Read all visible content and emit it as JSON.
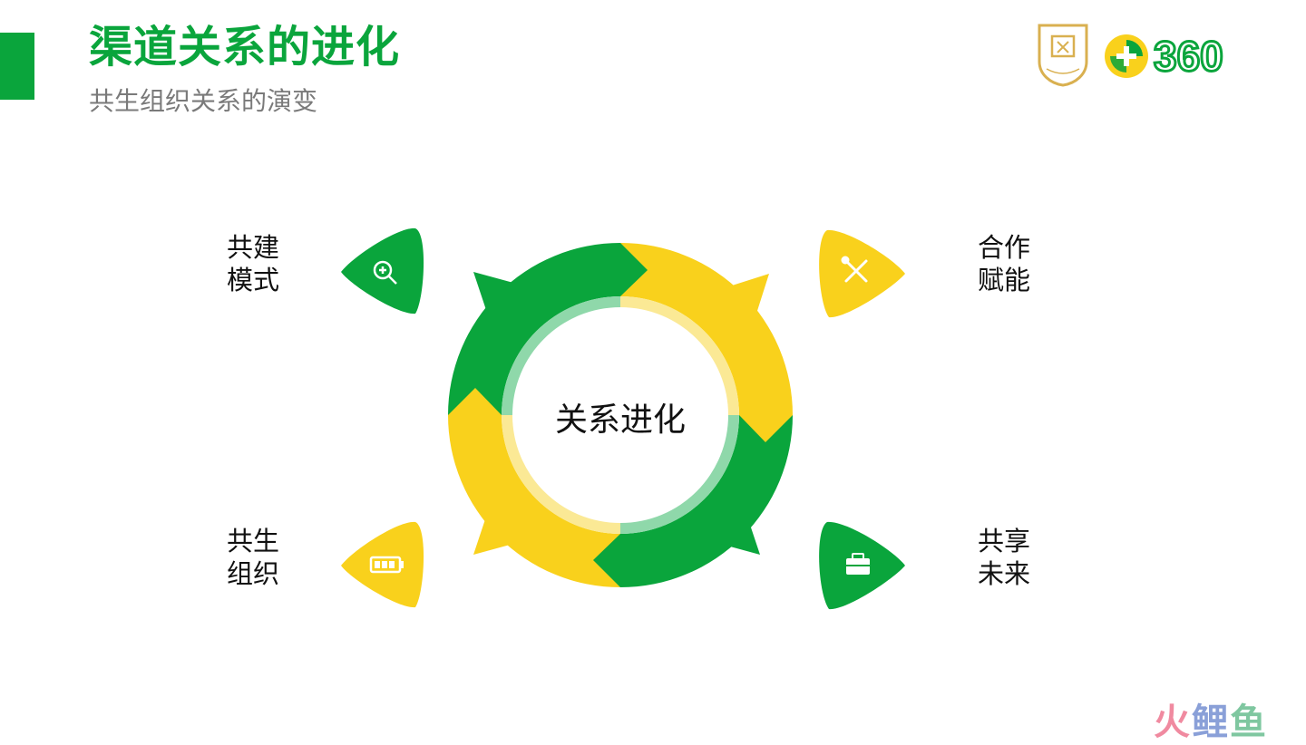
{
  "header": {
    "title": "渠道关系的进化",
    "subtitle": "共生组织关系的演变"
  },
  "logos": {
    "brand_text": "360"
  },
  "diagram": {
    "center": "关系进化",
    "items": [
      {
        "line1": "共建",
        "line2": "模式",
        "icon": "search-icon",
        "color": "#0aa53c"
      },
      {
        "line1": "合作",
        "line2": "赋能",
        "icon": "tools-icon",
        "color": "#f9d11c"
      },
      {
        "line1": "共生",
        "line2": "组织",
        "icon": "battery-icon",
        "color": "#f9d11c"
      },
      {
        "line1": "共享",
        "line2": "未来",
        "icon": "briefcase-icon",
        "color": "#0aa53c"
      }
    ]
  },
  "watermark": {
    "part1": "火",
    "part2": "鲤",
    "part3": "鱼"
  },
  "colors": {
    "green": "#0aa53c",
    "yellow": "#f9d11c",
    "light_green": "#8fd8aa",
    "light_yellow": "#fbe995",
    "gray_text": "#7a7a7a"
  }
}
